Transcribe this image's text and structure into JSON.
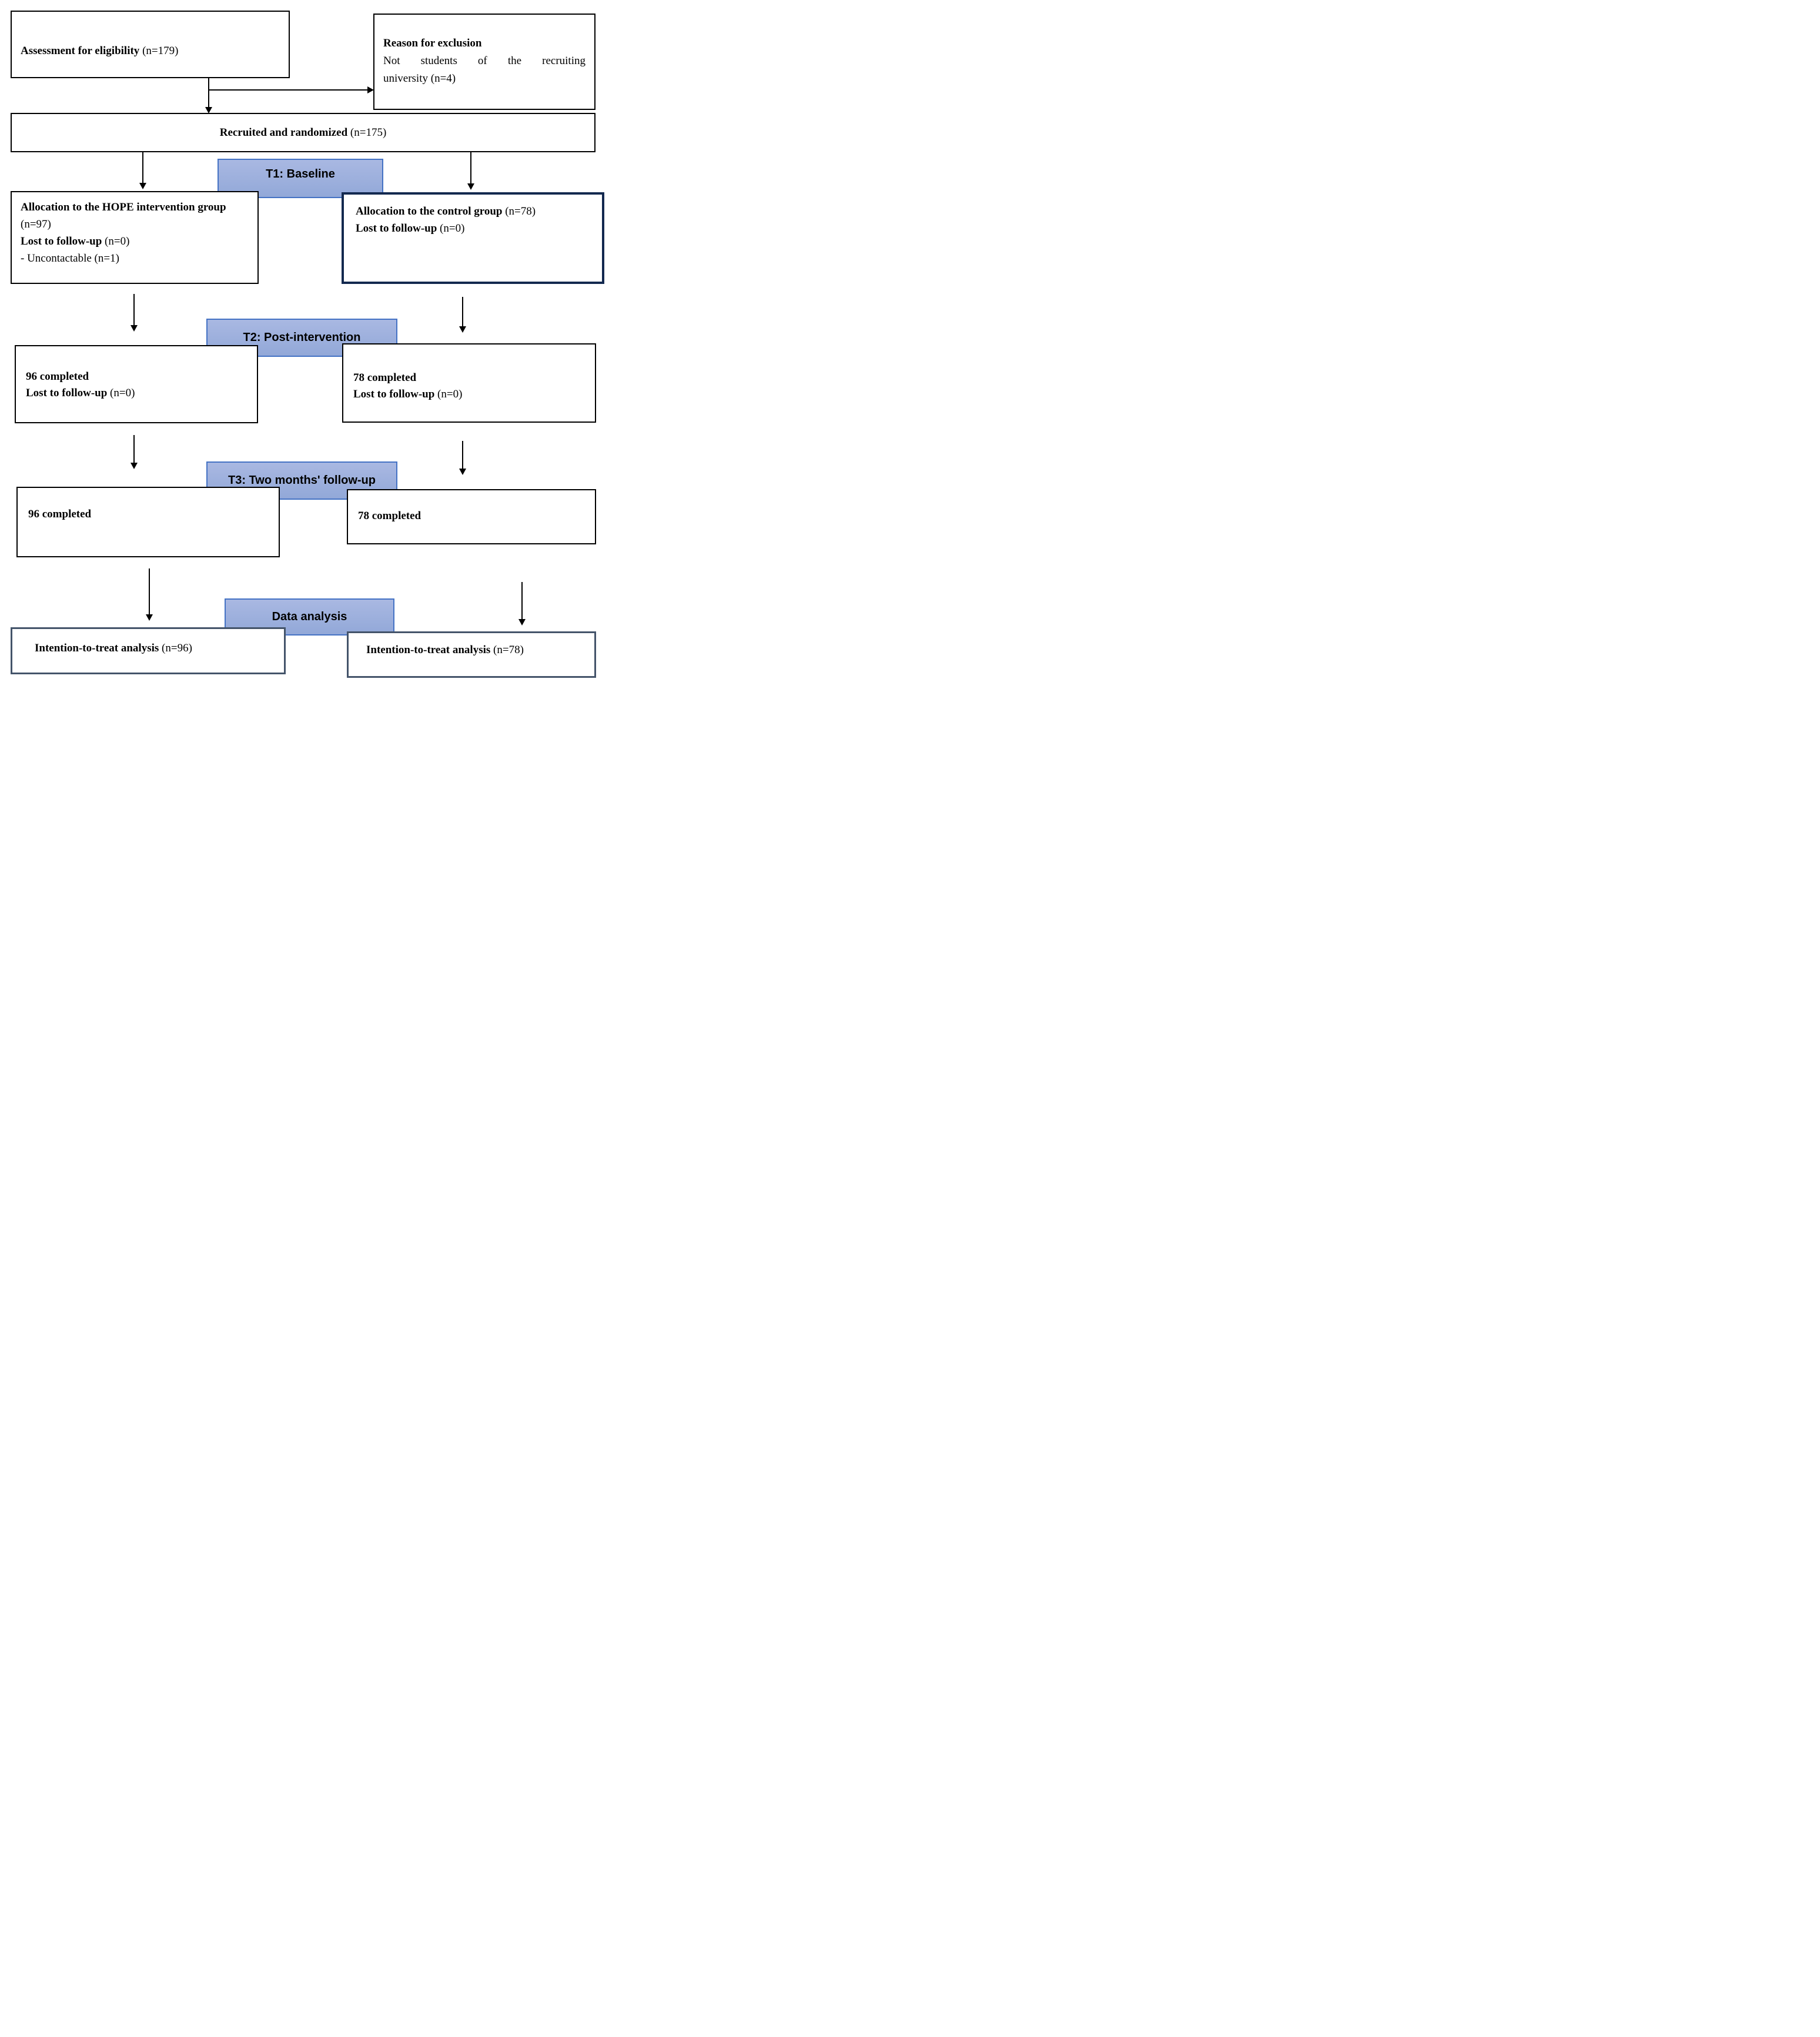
{
  "figure": {
    "kind": "consort-flow-diagram",
    "colors": {
      "banner_fill": "#98ACDB",
      "banner_border": "#4472C4",
      "navy_border": "#13294F",
      "slate_border": "#44546A",
      "box_border": "#000000",
      "arrow": "#000000"
    }
  },
  "banners": {
    "t1": {
      "label": "T1: Baseline"
    },
    "t2": {
      "label": "T2: Post-intervention"
    },
    "t3": {
      "label": "T3: Two months' follow-up"
    },
    "da": {
      "label": "Data analysis"
    }
  },
  "boxes": {
    "assessment": {
      "lines": [
        {
          "b": "Assessment for eligibility ",
          "r": "(n=179)"
        }
      ]
    },
    "exclusion": {
      "lines": [
        {
          "b": "Reason for exclusion",
          "r": ""
        },
        {
          "b": "",
          "r": "Not students of the recruiting"
        },
        {
          "b": "",
          "r": "university (n=4)"
        }
      ]
    },
    "recruited": {
      "lines": [
        {
          "b": "Recruited and randomized ",
          "r": "(n=175)"
        }
      ]
    },
    "hope_allocation": {
      "lines": [
        {
          "b": "Allocation to the HOPE intervention group",
          "r": ""
        },
        {
          "b": "",
          "r": "(n=97)"
        },
        {
          "b": "Lost to follow-up ",
          "r": "(n=0)"
        },
        {
          "b": "",
          "r": "- Uncontactable (n=1)"
        }
      ]
    },
    "control_allocation": {
      "lines": [
        {
          "b": "Allocation to the control group ",
          "r": "(n=78)"
        },
        {
          "b": "Lost to follow-up ",
          "r": "(n=0)"
        }
      ]
    },
    "t2_intervention": {
      "lines": [
        {
          "b": "96 completed",
          "r": ""
        },
        {
          "b": "Lost to follow-up ",
          "r": "(n=0)"
        }
      ]
    },
    "t2_control": {
      "lines": [
        {
          "b": "78 completed",
          "r": ""
        },
        {
          "b": "Lost to follow-up ",
          "r": "(n=0)"
        }
      ]
    },
    "t3_intervention": {
      "lines": [
        {
          "b": "96 completed",
          "r": ""
        }
      ]
    },
    "t3_control": {
      "lines": [
        {
          "b": "78 completed",
          "r": ""
        }
      ]
    },
    "itt_intervention": {
      "lines": [
        {
          "b": "Intention-to-treat analysis ",
          "r": "(n=96)"
        }
      ]
    },
    "itt_control": {
      "lines": [
        {
          "b": "Intention-to-treat analysis ",
          "r": "(n=78)"
        }
      ]
    }
  }
}
